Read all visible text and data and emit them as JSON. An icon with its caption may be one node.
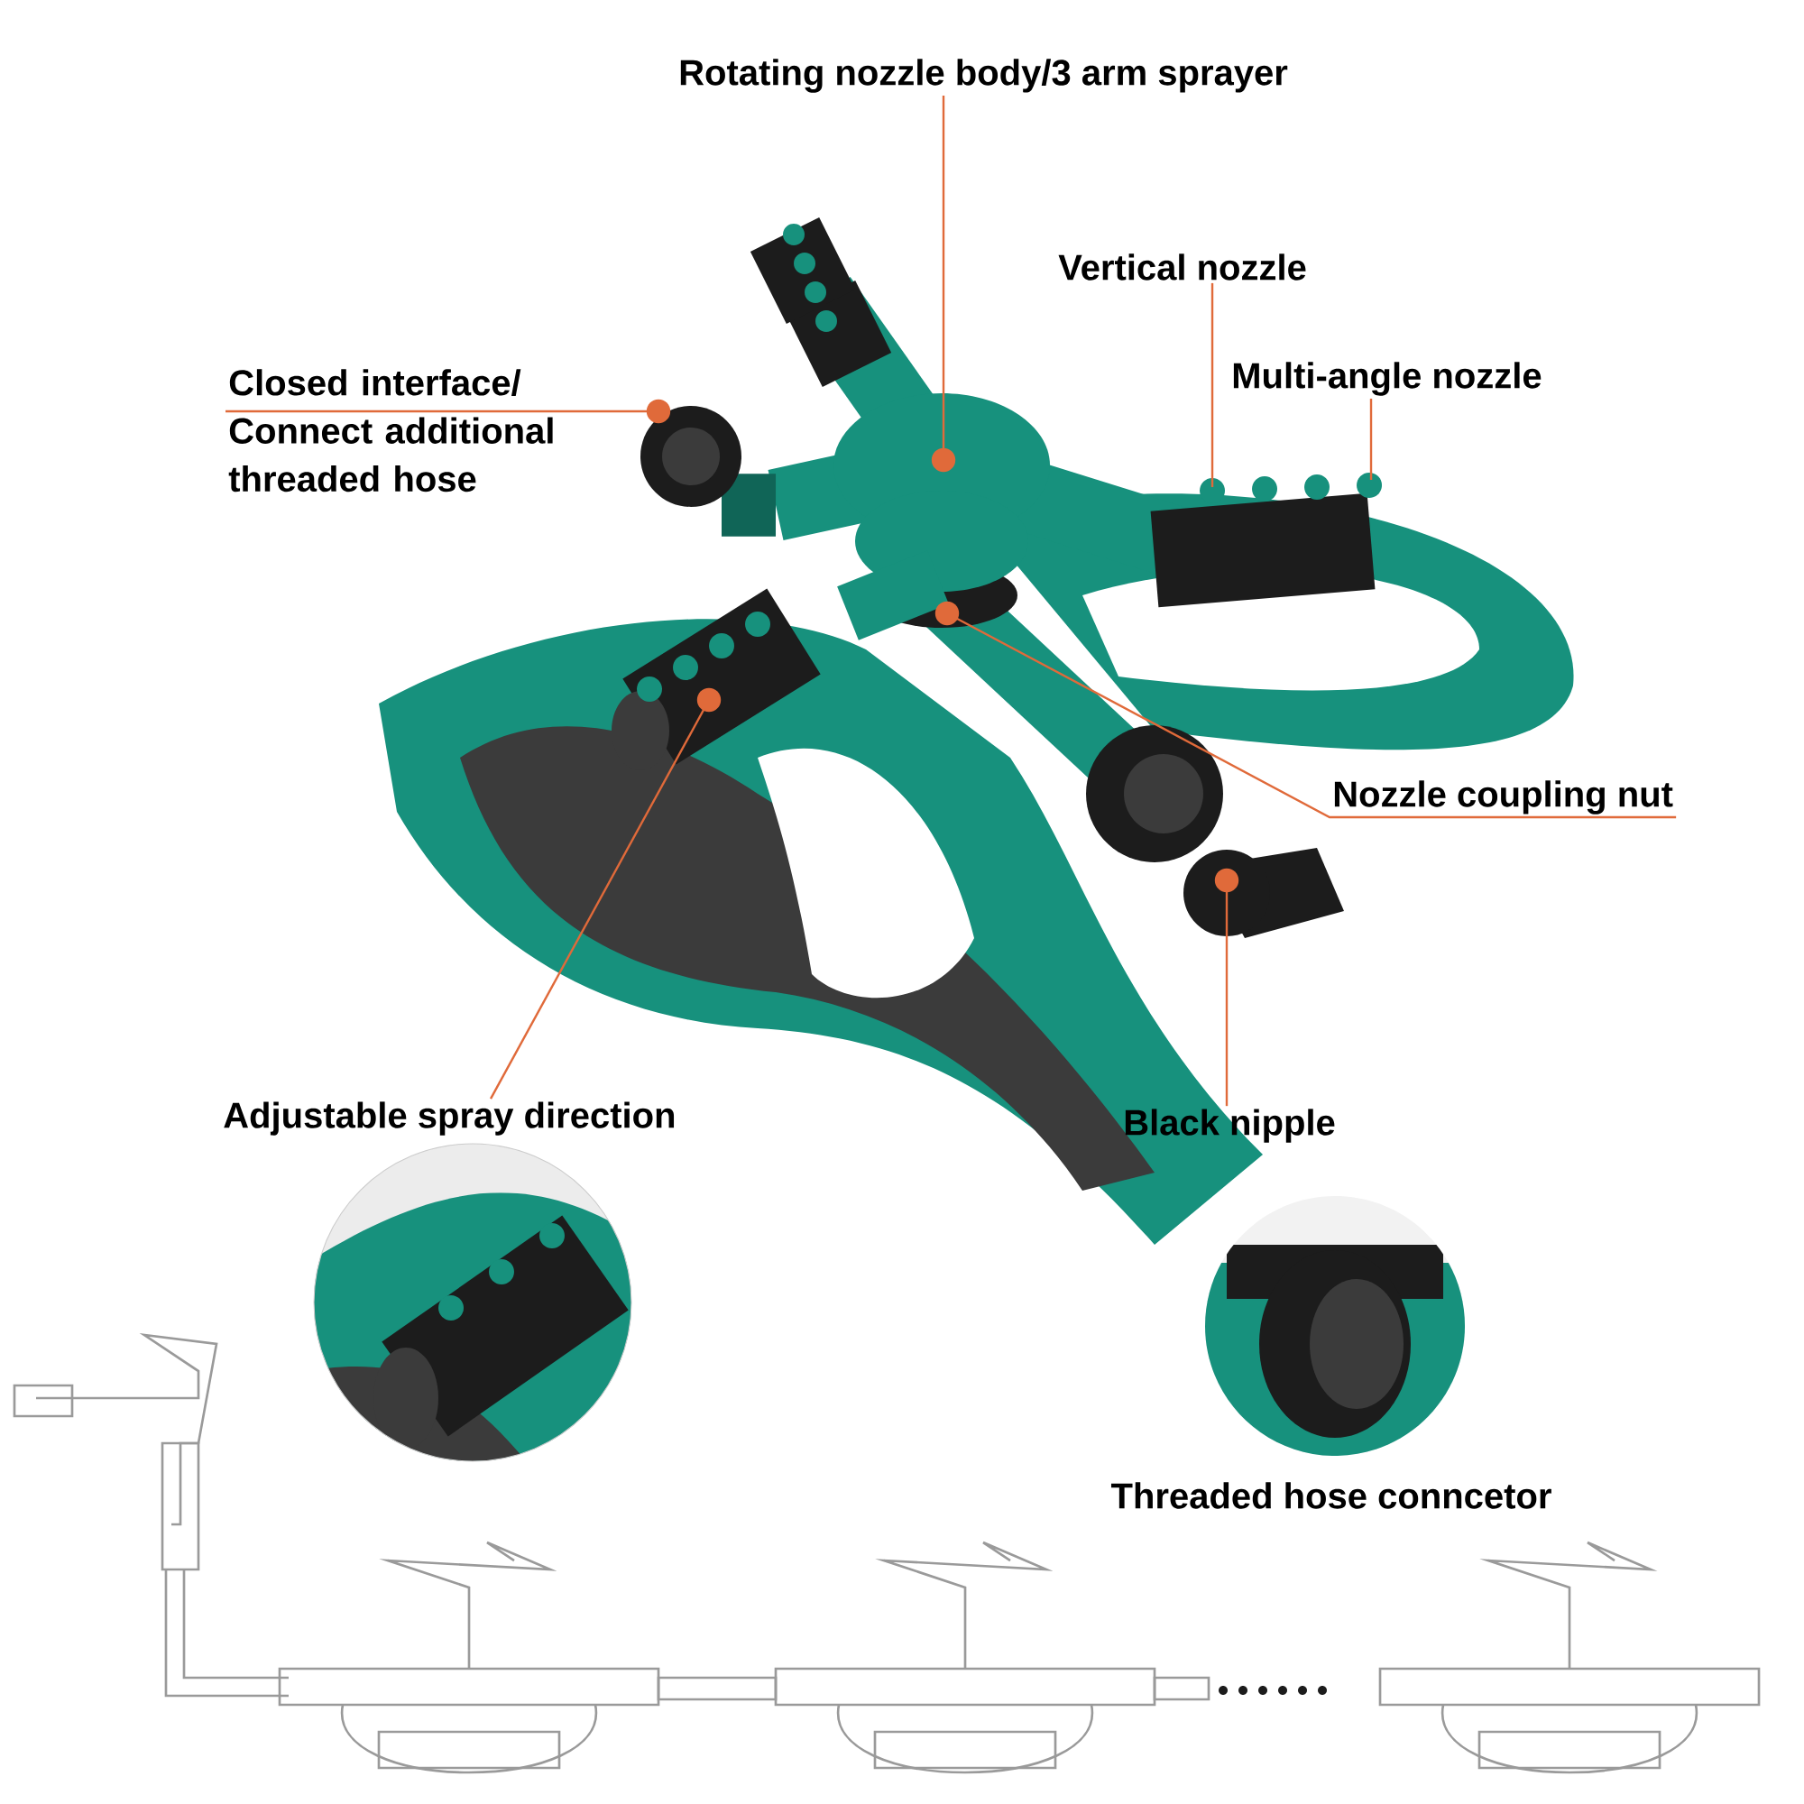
{
  "diagram": {
    "nodes": [
      {
        "text": [
          "Rotating nozzle body/3 arm sprayer"
        ]
      },
      {
        "text": [
          "Vertical nozzle"
        ]
      },
      {
        "text": [
          "Multi-angle nozzle"
        ]
      },
      {
        "text": [
          "Closed interface/ Connect additional threaded hose"
        ]
      },
      {
        "text": [
          "Nozzle coupling nut"
        ]
      },
      {
        "text": [
          "Adjustable spray direction"
        ]
      },
      {
        "text": [
          "Black nipple"
        ]
      }
    ],
    "edges": [
      {
        "from": 0,
        "to": null,
        "arrow": "other"
      },
      {
        "from": 1,
        "to": null,
        "arrow": "none"
      },
      {
        "from": 2,
        "to": null,
        "arrow": "none"
      },
      {
        "from": 3,
        "to": null,
        "arrow": "other"
      },
      {
        "from": 4,
        "to": null,
        "arrow": "other"
      },
      {
        "from": 5,
        "to": null,
        "arrow": "other"
      },
      {
        "from": 6,
        "to": null,
        "arrow": "other"
      }
    ],
    "labels": [
      "Threaded hose conncetor"
    ]
  }
}
